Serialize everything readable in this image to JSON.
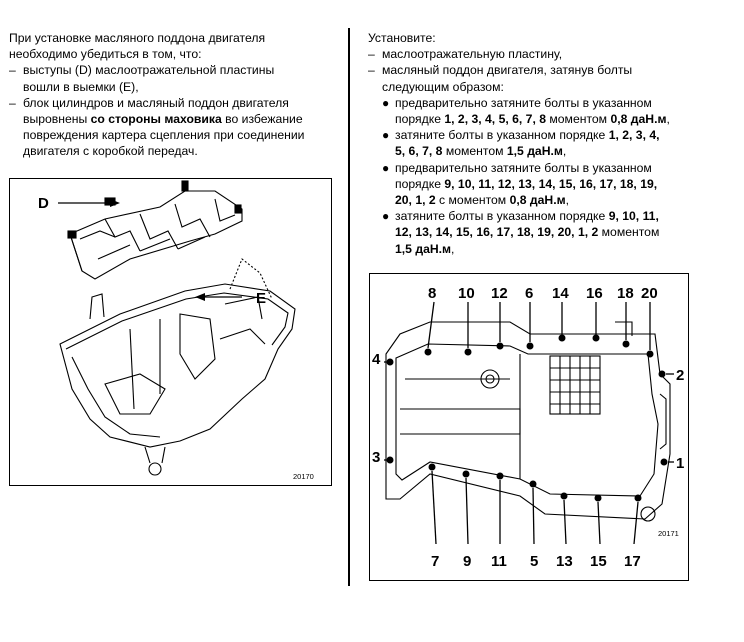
{
  "left_column": {
    "p1_line1": "При установке масляного поддона двигателя",
    "p1_line2": "необходимо убедиться в том, что:",
    "item1_dash": "–",
    "item1_line1": "выступы (D) маслоотражательной пластины",
    "item1_line2": "вошли в выемки (E),",
    "item2_dash": "–",
    "item2_line1": "блок цилиндров и масляный поддон двигателя",
    "item2_line2_a": "выровнены ",
    "item2_line2_b": "со стороны маховика",
    "item2_line2_c": " во избежание",
    "item2_line3": "повреждения картера сцепления при соединении",
    "item2_line4": "двигателя с коробкой передач."
  },
  "right_column": {
    "title": "Установите:",
    "item1_dash": "–",
    "item1": "маслоотражательную пластину,",
    "item2_dash": "–",
    "item2_line1": "масляный поддон двигателя, затянув болты",
    "item2_line2": "следующим образом:",
    "bullet_char": "●",
    "b1_l1": "предварительно затяните болты в указанном",
    "b1_l2_a": "порядке ",
    "b1_l2_b": "1, 2, 3, 4, 5, 6, 7, 8",
    "b1_l2_c": " моментом ",
    "b1_l2_d": "0,8 даН.м",
    "b1_l2_e": ",",
    "b2_l1_a": "затяните болты в указанном порядке ",
    "b2_l1_b": "1, 2, 3, 4,",
    "b2_l2_a": "5, 6, 7, 8",
    "b2_l2_b": " моментом ",
    "b2_l2_c": "1,5 даН.м",
    "b2_l2_d": ",",
    "b3_l1": "предварительно затяните болты в указанном",
    "b3_l2_a": "порядке ",
    "b3_l2_b": "9, 10, 11, 12, 13, 14, 15, 16, 17, 18, 19,",
    "b3_l3_a": "20, 1, 2",
    "b3_l3_b": " с моментом ",
    "b3_l3_c": "0,8 даН.м",
    "b3_l3_d": ",",
    "b4_l1_a": "затяните болты в указанном порядке ",
    "b4_l1_b": "9, 10, 11,",
    "b4_l2_a": "12, 13, 14, 15, 16, 17, 18, 19, 20, 1, 2",
    "b4_l2_b": " моментом",
    "b4_l3_a": "1,5 даН.м",
    "b4_l3_b": ","
  },
  "figure1": {
    "label_d": "D",
    "label_e": "E",
    "number": "20170"
  },
  "figure2": {
    "number": "20171",
    "top_labels": [
      "8",
      "10",
      "12",
      "6",
      "14",
      "16",
      "18",
      "20"
    ],
    "bottom_labels": [
      "7",
      "9",
      "11",
      "5",
      "13",
      "15",
      "17"
    ],
    "left_labels": [
      "4",
      "3"
    ],
    "right_labels": [
      "2",
      "1"
    ]
  }
}
